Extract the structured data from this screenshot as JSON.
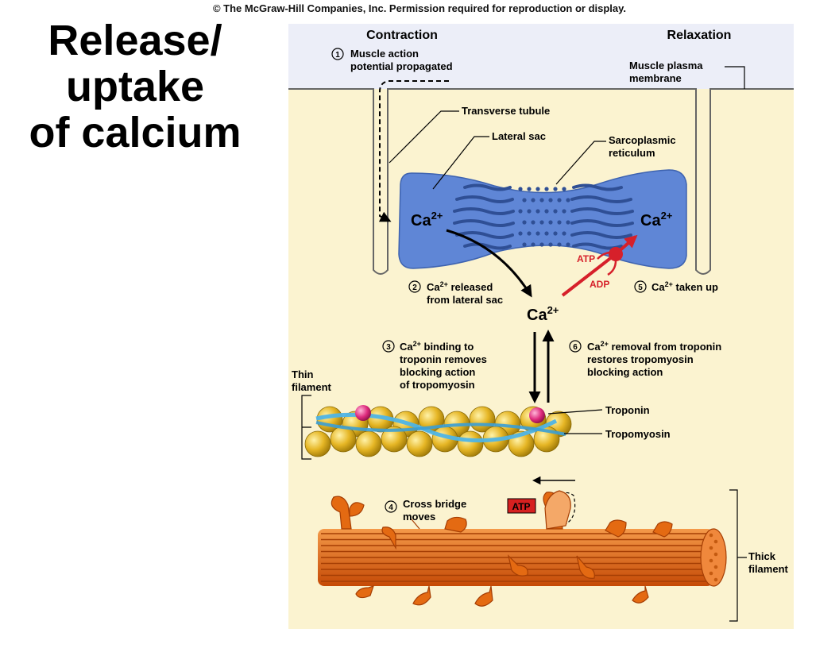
{
  "copyright": "© The McGraw-Hill Companies, Inc. Permission required for reproduction or display.",
  "title_lines": [
    "Release/",
    "uptake",
    "of calcium"
  ],
  "labels": {
    "contraction": "Contraction",
    "relaxation": "Relaxation",
    "step1_num": "1",
    "step1_line1": "Muscle action",
    "step1_line2": "potential propagated",
    "plasma_line1": "Muscle plasma",
    "plasma_line2": "membrane",
    "transverse_tubule": "Transverse tubule",
    "lateral_sac": "Lateral sac",
    "sr_line1": "Sarcoplasmic",
    "sr_line2": "reticulum",
    "ca": "Ca",
    "ca_sup": "2+",
    "atp": "ATP",
    "adp": "ADP",
    "step2_num": "2",
    "step2_line1_pre": "Ca",
    "step2_line1_sup": "2+",
    "step2_line1_post": " released",
    "step2_line2": "from lateral sac",
    "step5_num": "5",
    "step5_pre": "Ca",
    "step5_sup": "2+",
    "step5_post": " taken up",
    "step3_num": "3",
    "step3_line1_pre": "Ca",
    "step3_line1_sup": "2+",
    "step3_line1_post": " binding to",
    "step3_line2": "troponin removes",
    "step3_line3": "blocking action",
    "step3_line4": "of tropomyosin",
    "step6_num": "6",
    "step6_line1_pre": "Ca",
    "step6_line1_sup": "2+",
    "step6_line1_post": " removal from troponin",
    "step6_line2": "restores tropomyosin",
    "step6_line3": "blocking action",
    "thin_line1": "Thin",
    "thin_line2": "filament",
    "troponin": "Troponin",
    "tropomyosin": "Tropomyosin",
    "step4_num": "4",
    "step4_line1": "Cross bridge",
    "step4_line2": "moves",
    "thick_line1": "Thick",
    "thick_line2": "filament"
  },
  "colors": {
    "cytoplasm": "#fbf3d0",
    "extracellular": "#eceef8",
    "sarcoplasmic_reticulum": "#5f86d6",
    "sr_channels": "#2f4f95",
    "actin": "#e4b420",
    "tropomyosin": "#4eb4e6",
    "troponin": "#de2a7d",
    "myosin": "#e46a12",
    "pump_arrow": "#d6202a",
    "atp_box": "#d62020"
  }
}
